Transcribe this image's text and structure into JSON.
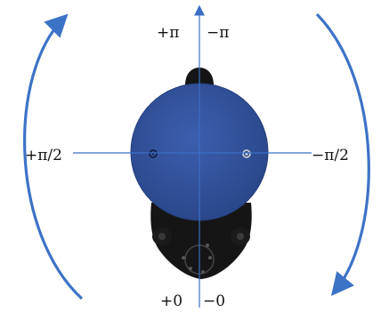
{
  "labels": {
    "top_left": "+π",
    "top_right": "−π",
    "left": "+π/2",
    "right": "−π/2",
    "bottom_left": "+0",
    "bottom_right": "−0"
  },
  "colors": {
    "axis": "#3b6fc4",
    "arc": "#3d73c6",
    "disc": "#2f4f9a",
    "disc_edge": "#223c7a",
    "device_body": "#151515",
    "device_detail": "#3a3a3a",
    "label_text": "#111111"
  },
  "icons": {
    "device": "lidar-sensor-top-view-icon",
    "rotation": "curved-arrow-icon"
  }
}
